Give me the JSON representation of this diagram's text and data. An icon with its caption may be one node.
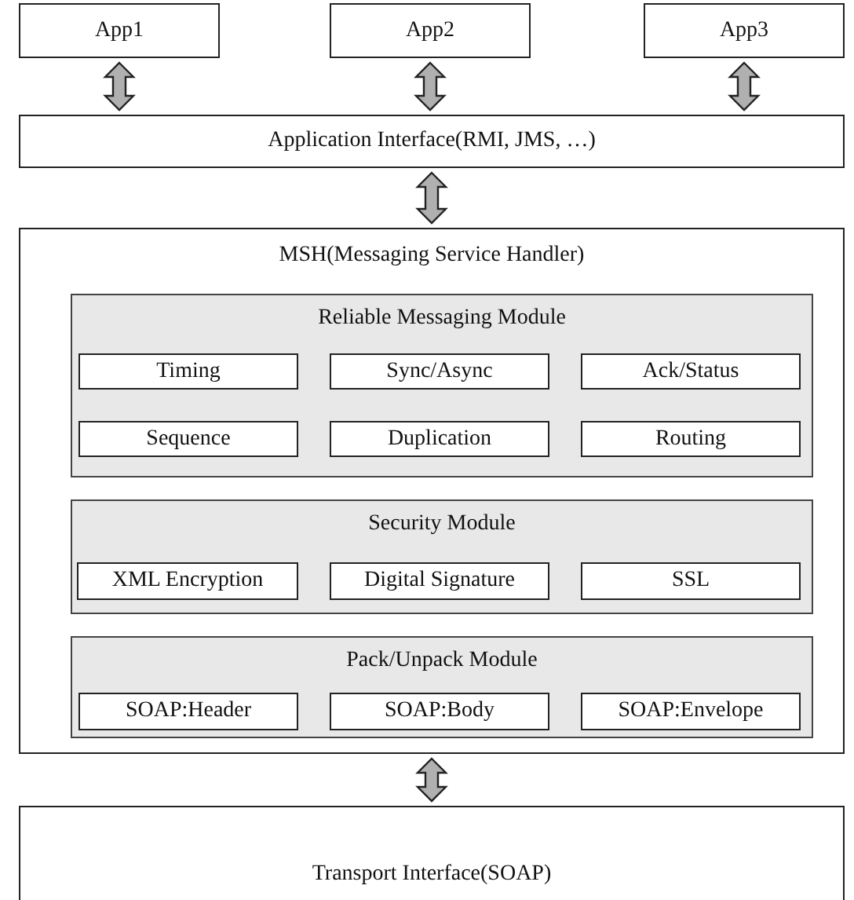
{
  "diagram": {
    "nodes": [
      {
        "text": [
          "App1"
        ]
      },
      {
        "text": [
          "App2"
        ]
      },
      {
        "text": [
          "App3"
        ]
      },
      {
        "text": [
          "Application Interface(RMI, JMS, …)"
        ]
      },
      {
        "text": [
          "MSH(Messaging Service Handler)"
        ]
      },
      {
        "text": [
          "Reliable Messaging Module"
        ],
        "in": 4
      },
      {
        "text": [
          "Timing"
        ],
        "in": 5
      },
      {
        "text": [
          "Sync/Async"
        ],
        "in": 5
      },
      {
        "text": [
          "Ack/Status"
        ],
        "in": 5
      },
      {
        "text": [
          "Sequence"
        ],
        "in": 5
      },
      {
        "text": [
          "Duplication"
        ],
        "in": 5
      },
      {
        "text": [
          "Routing"
        ],
        "in": 5
      },
      {
        "text": [
          "Security Module"
        ],
        "in": 4
      },
      {
        "text": [
          "XML Encryption"
        ],
        "in": 12
      },
      {
        "text": [
          "Digital Signature"
        ],
        "in": 12
      },
      {
        "text": [
          "SSL"
        ],
        "in": 12
      },
      {
        "text": [
          "Pack/Unpack Module"
        ],
        "in": 4
      },
      {
        "text": [
          "SOAP:Header"
        ],
        "in": 16
      },
      {
        "text": [
          "SOAP:Body"
        ],
        "in": 16
      },
      {
        "text": [
          "SOAP:Envelope"
        ],
        "in": 16
      },
      {
        "text": [
          "Transport Interface(SOAP)"
        ]
      }
    ],
    "edges": [
      {
        "from": 0,
        "to": 3,
        "arrow": "both",
        "style": "thick"
      },
      {
        "from": 1,
        "to": 3,
        "arrow": "both",
        "style": "thick"
      },
      {
        "from": 2,
        "to": 3,
        "arrow": "both",
        "style": "thick"
      },
      {
        "from": 3,
        "to": 4,
        "arrow": "both",
        "style": "thick"
      },
      {
        "from": 4,
        "to": 20,
        "arrow": "both",
        "style": "thick"
      }
    ]
  }
}
